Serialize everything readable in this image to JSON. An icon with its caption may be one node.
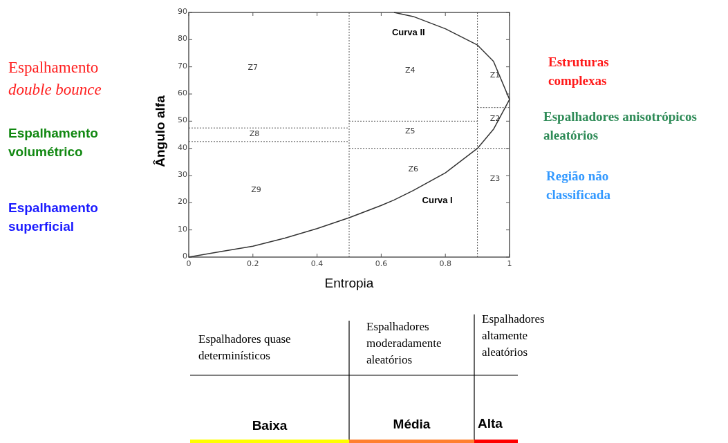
{
  "diagram": {
    "labels": [
      "Espalhamento *double bounce*",
      "Espalhamento volumétrico",
      "Espalhamento superficial",
      "Estruturas complexas",
      "Espalhadores anisotrópicos aleatórios",
      "Região não classificada",
      "Espalhadores quase determinísticos",
      "Espalhadores moderadamente aleatórios",
      "Espalhadores altamente aleatórios",
      "Baixa",
      "Média",
      "Alta"
    ],
    "chart_data": {
      "type": "line",
      "xlabel": "Entropia",
      "ylabel": "Ângulo alfa",
      "x": [
        0,
        0.1,
        0.2,
        0.3,
        0.4,
        0.5,
        0.6,
        0.64,
        0.7,
        0.8,
        0.9,
        0.95,
        1
      ],
      "series": [
        {
          "name": "Curva I",
          "color": "#333333",
          "values": [
            0,
            2,
            4,
            7,
            10.5,
            14.5,
            19,
            21,
            24.5,
            31,
            40,
            47,
            58
          ]
        },
        {
          "name": "Curva II",
          "color": "#333333",
          "values": [
            null,
            null,
            null,
            null,
            null,
            null,
            null,
            90,
            88.5,
            84,
            78,
            72,
            58
          ]
        }
      ],
      "xlim": [
        0,
        1
      ],
      "ylim": [
        0,
        90
      ],
      "xticks": [
        0,
        0.2,
        0.4,
        0.6,
        0.8,
        1
      ],
      "yticks": [
        0,
        10,
        20,
        30,
        40,
        50,
        60,
        70,
        80,
        90
      ],
      "annotations": [
        "Z7",
        "Z4",
        "Z1",
        "Z2",
        "Z8",
        "Z5",
        "Z6",
        "Z3",
        "Z9"
      ]
    }
  }
}
